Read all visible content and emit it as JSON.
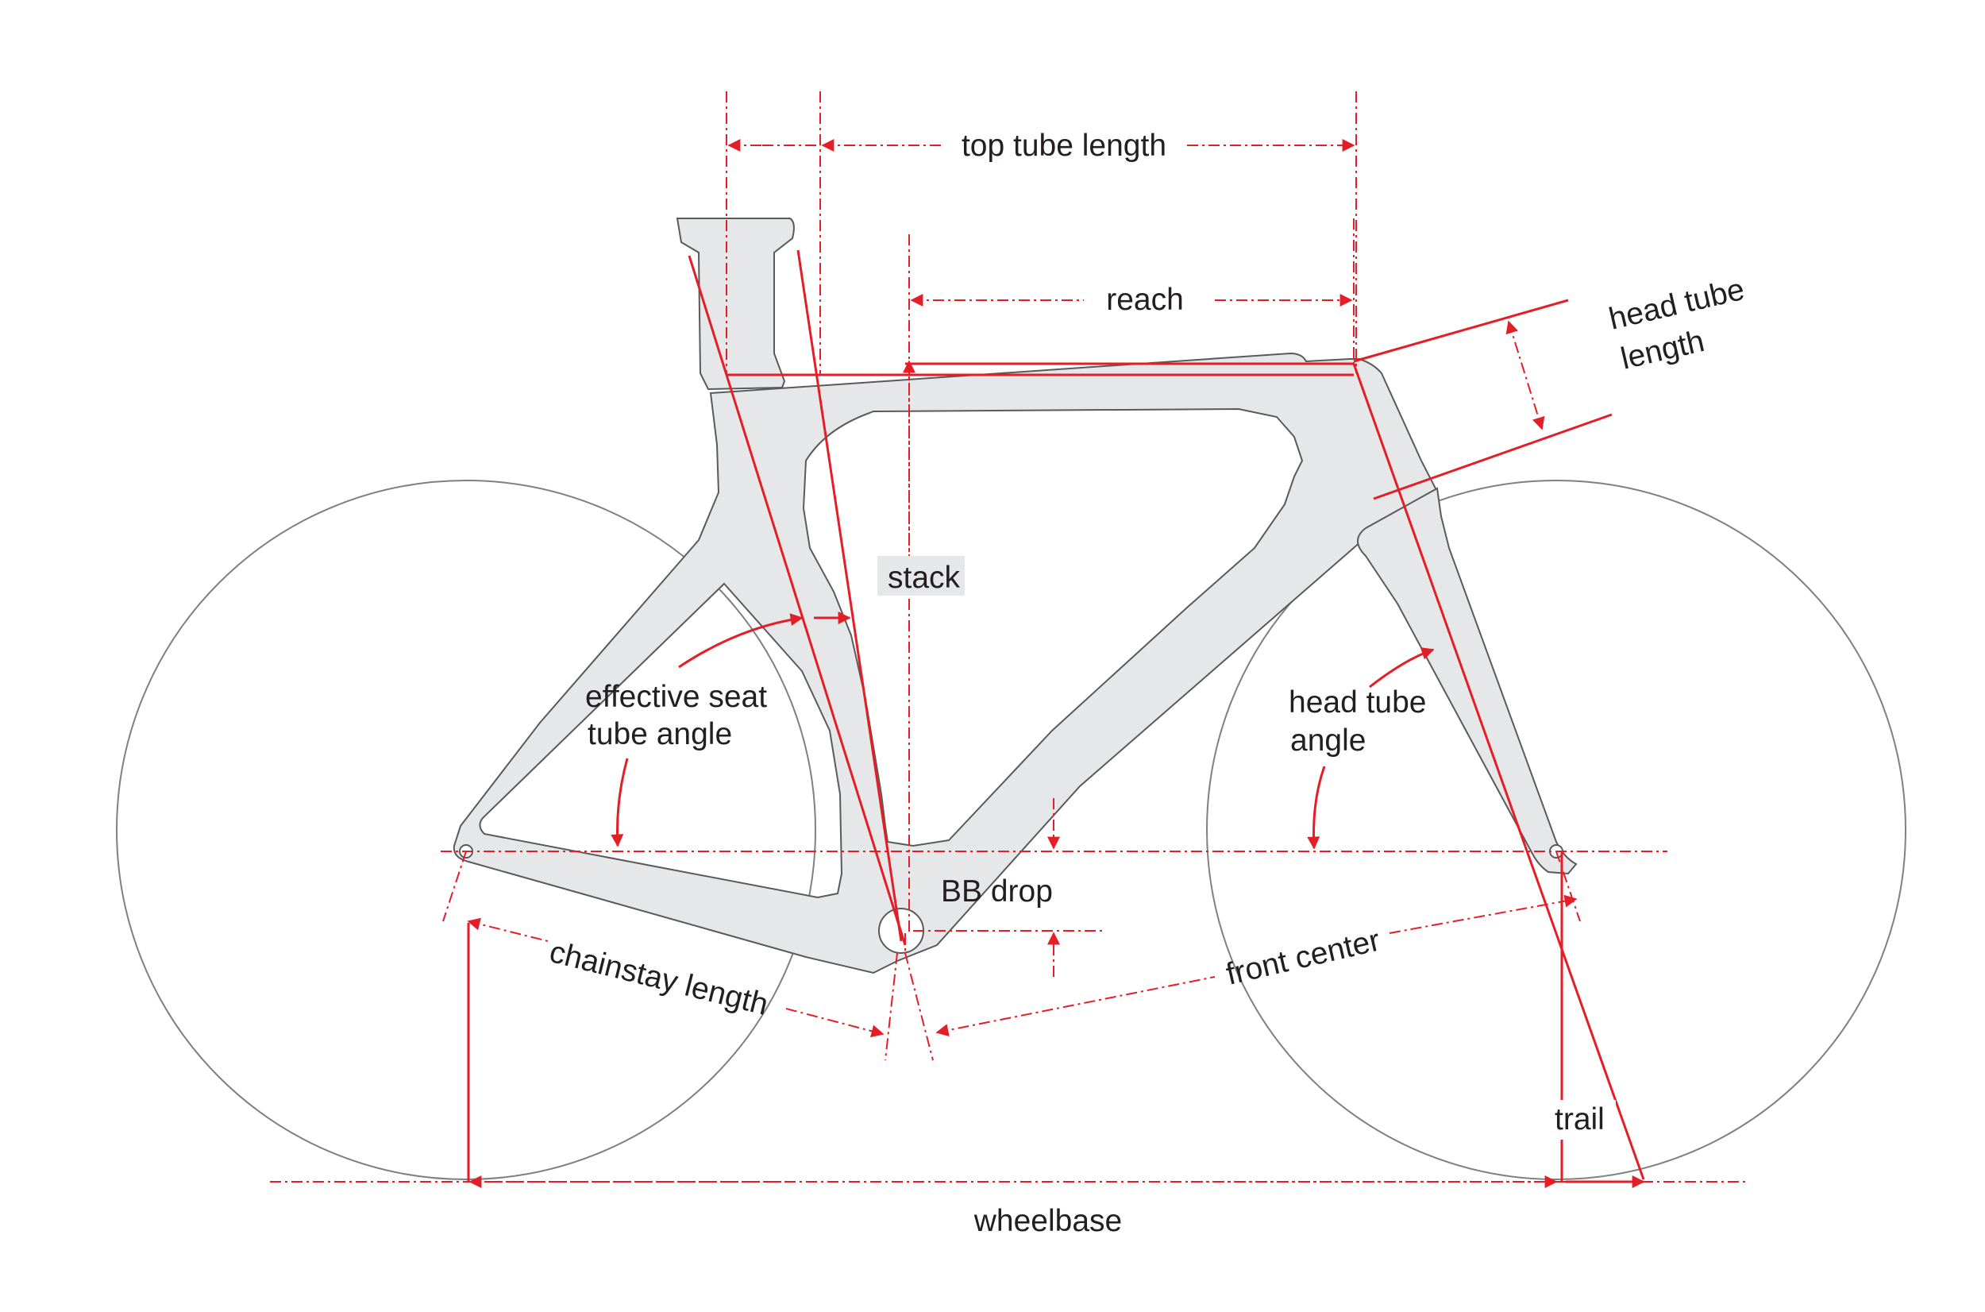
{
  "colors": {
    "accent": "#e41e26",
    "frame_fill": "#e6e7e8",
    "outline": "#5a5a5a",
    "wheel": "#808080",
    "text": "#231f20"
  },
  "labels": {
    "top_tube_length": "top tube length",
    "reach": "reach",
    "head_tube_length_1": "head tube",
    "head_tube_length_2": "length",
    "stack": "stack",
    "effective_seat_tube_angle_1": "effective seat",
    "effective_seat_tube_angle_2": "tube angle",
    "head_tube_angle_1": "head tube",
    "head_tube_angle_2": "angle",
    "bb_drop": "BB drop",
    "chainstay_length": "chainstay length",
    "front_center": "front center",
    "trail": "trail",
    "wheelbase": "wheelbase"
  }
}
